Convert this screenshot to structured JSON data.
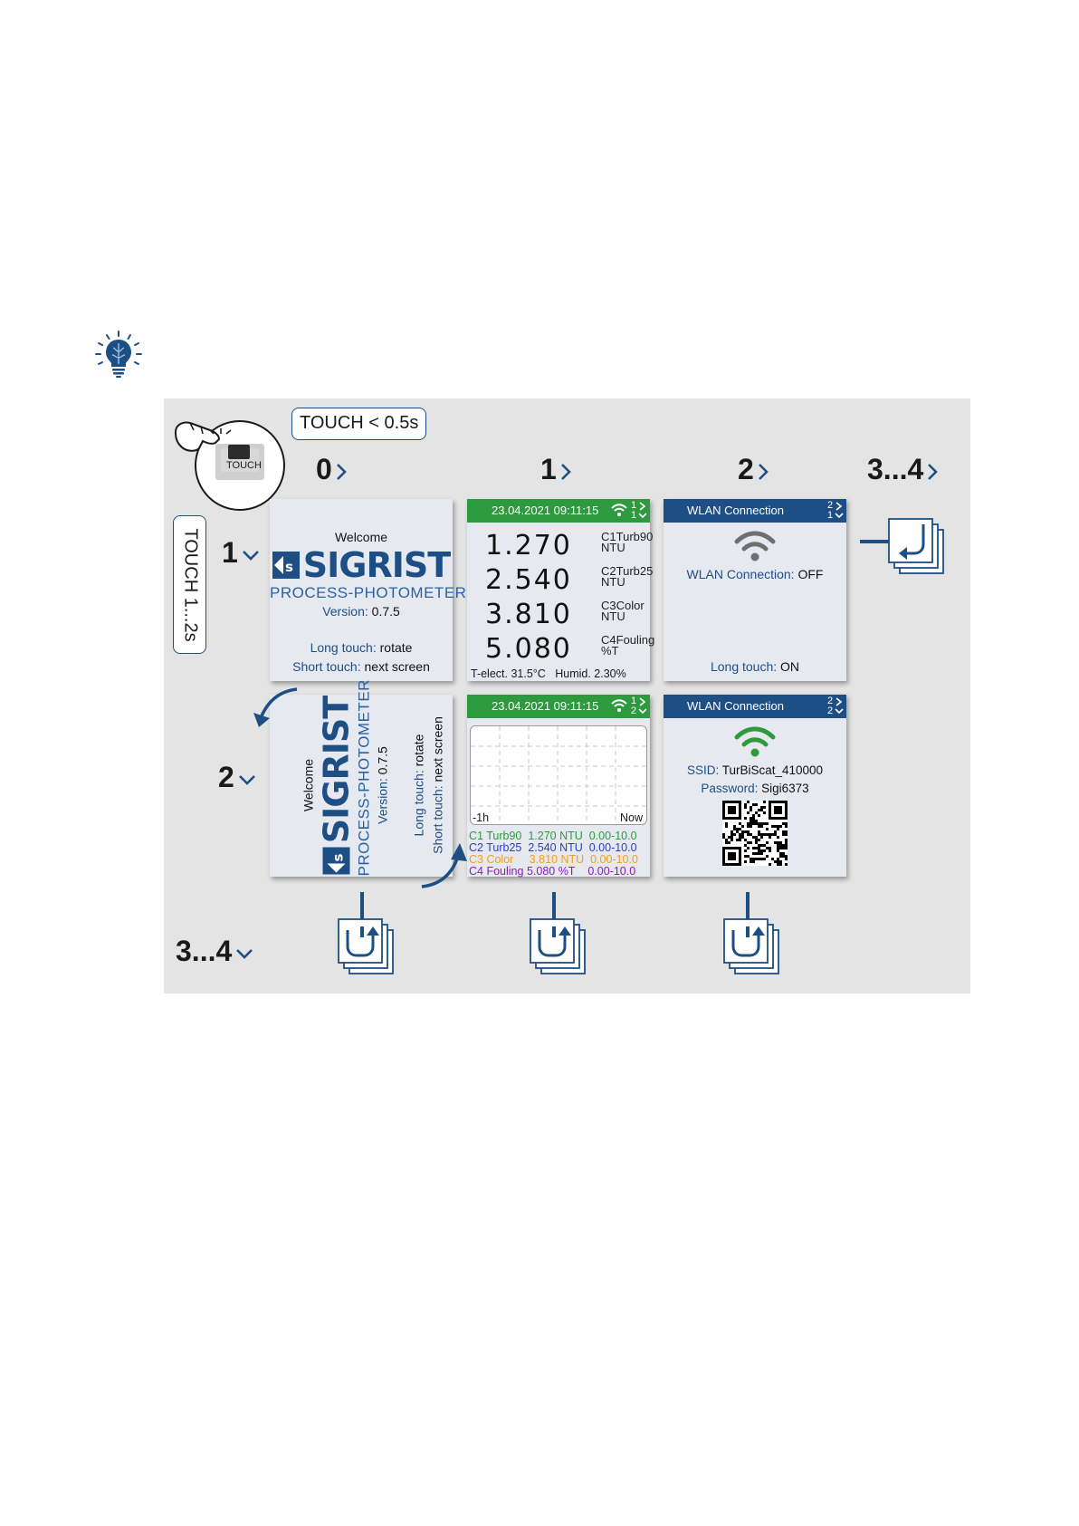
{
  "touch_short": "TOUCH < 0.5s",
  "touch_long": "TOUCH 1...2s",
  "touch_button_label": "TOUCH",
  "columns": [
    "0",
    "1",
    "2",
    "3...4"
  ],
  "rows": [
    "1",
    "2",
    "3...4"
  ],
  "welcome_screen": {
    "welcome": "Welcome",
    "brand": "SIGRIST",
    "subtitle": "PROCESS-PHOTOMETER",
    "version_label": "Version:",
    "version_value": "0.7.5",
    "long_touch_label": "Long touch:",
    "long_touch_value": "rotate",
    "short_touch_label": "Short touch:",
    "short_touch_value": "next screen"
  },
  "measure_screen": {
    "datetime": "23.04.2021 09:11:15",
    "page_1": "1",
    "page_1_of": "1",
    "measurements": [
      {
        "value": "1.270",
        "channel": "C1",
        "name": "Turb90",
        "unit": "NTU"
      },
      {
        "value": "2.540",
        "channel": "C2",
        "name": "Turb25",
        "unit": "NTU"
      },
      {
        "value": "3.810",
        "channel": "C3",
        "name": "Color",
        "unit": "NTU"
      },
      {
        "value": "5.080",
        "channel": "C4",
        "name": "Fouling",
        "unit": "%T"
      }
    ],
    "t_elect": "T-elect. 31.5°C",
    "humid": "Humid. 2.30%"
  },
  "trend_screen": {
    "datetime": "23.04.2021 09:11:15",
    "page_1": "1",
    "page_2": "2",
    "x_start": "-1h",
    "x_end": "Now",
    "legend": [
      {
        "ch": "C1 Turb90",
        "val": "1.270 NTU",
        "range": "0.00-10.0",
        "color": "#2e9a3e"
      },
      {
        "ch": "C2 Turb25",
        "val": "2.540 NTU",
        "range": "0.00-10.0",
        "color": "#2b3fc0"
      },
      {
        "ch": "C3 Color",
        "val": "3.810 NTU",
        "range": "0.00-10.0",
        "color": "#f0a020"
      },
      {
        "ch": "C4 Fouling",
        "val": "5.080 %T",
        "range": "0.00-10.0",
        "color": "#8a1fb0"
      }
    ]
  },
  "wlan_off_screen": {
    "title": "WLAN Connection",
    "page_a": "2",
    "page_b": "1",
    "status_label": "WLAN Connection:",
    "status_value": "OFF",
    "long_touch_label": "Long touch:",
    "long_touch_value": "ON",
    "icon_color": "#6f6f6f"
  },
  "wlan_on_screen": {
    "title": "WLAN Connection",
    "page_a": "2",
    "page_b": "2",
    "ssid_label": "SSID:",
    "ssid_value": "TurBiScat_410000",
    "password_label": "Password:",
    "password_value": "Sigi6373",
    "icon_color": "#2e9a3e"
  },
  "colors": {
    "accent_blue": "#1d4f85",
    "header_green": "#2e9a3e",
    "panel_bg": "#e4e4e4"
  }
}
